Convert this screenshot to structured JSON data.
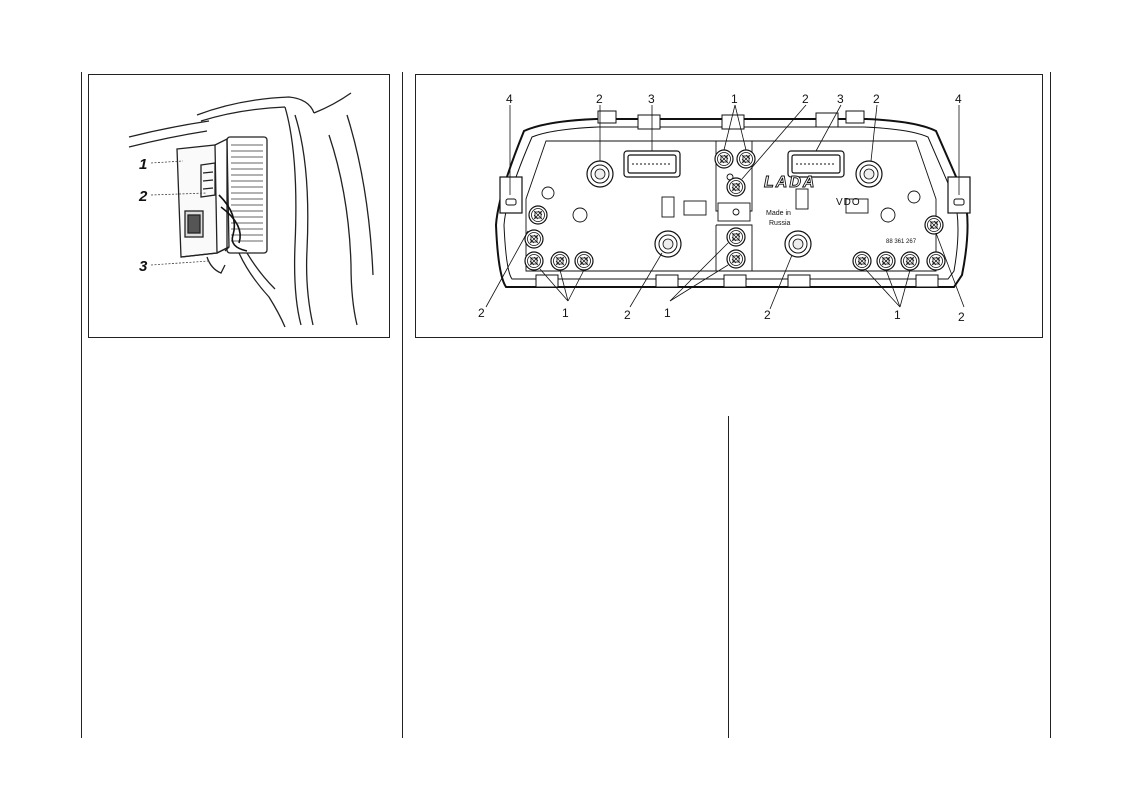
{
  "left_figure": {
    "callouts": [
      "1",
      "2",
      "3"
    ]
  },
  "right_figure": {
    "callouts_top": [
      "4",
      "2",
      "3",
      "1",
      "2",
      "3",
      "2",
      "4"
    ],
    "callouts_bottom": [
      "2",
      "1",
      "2",
      "1",
      "2",
      "1",
      "2"
    ],
    "panel_text": {
      "brand": "LADA",
      "maker": "VDO",
      "made_in_line1": "Made in",
      "made_in_line2": "Russia",
      "part_number": "88 361 267"
    }
  }
}
